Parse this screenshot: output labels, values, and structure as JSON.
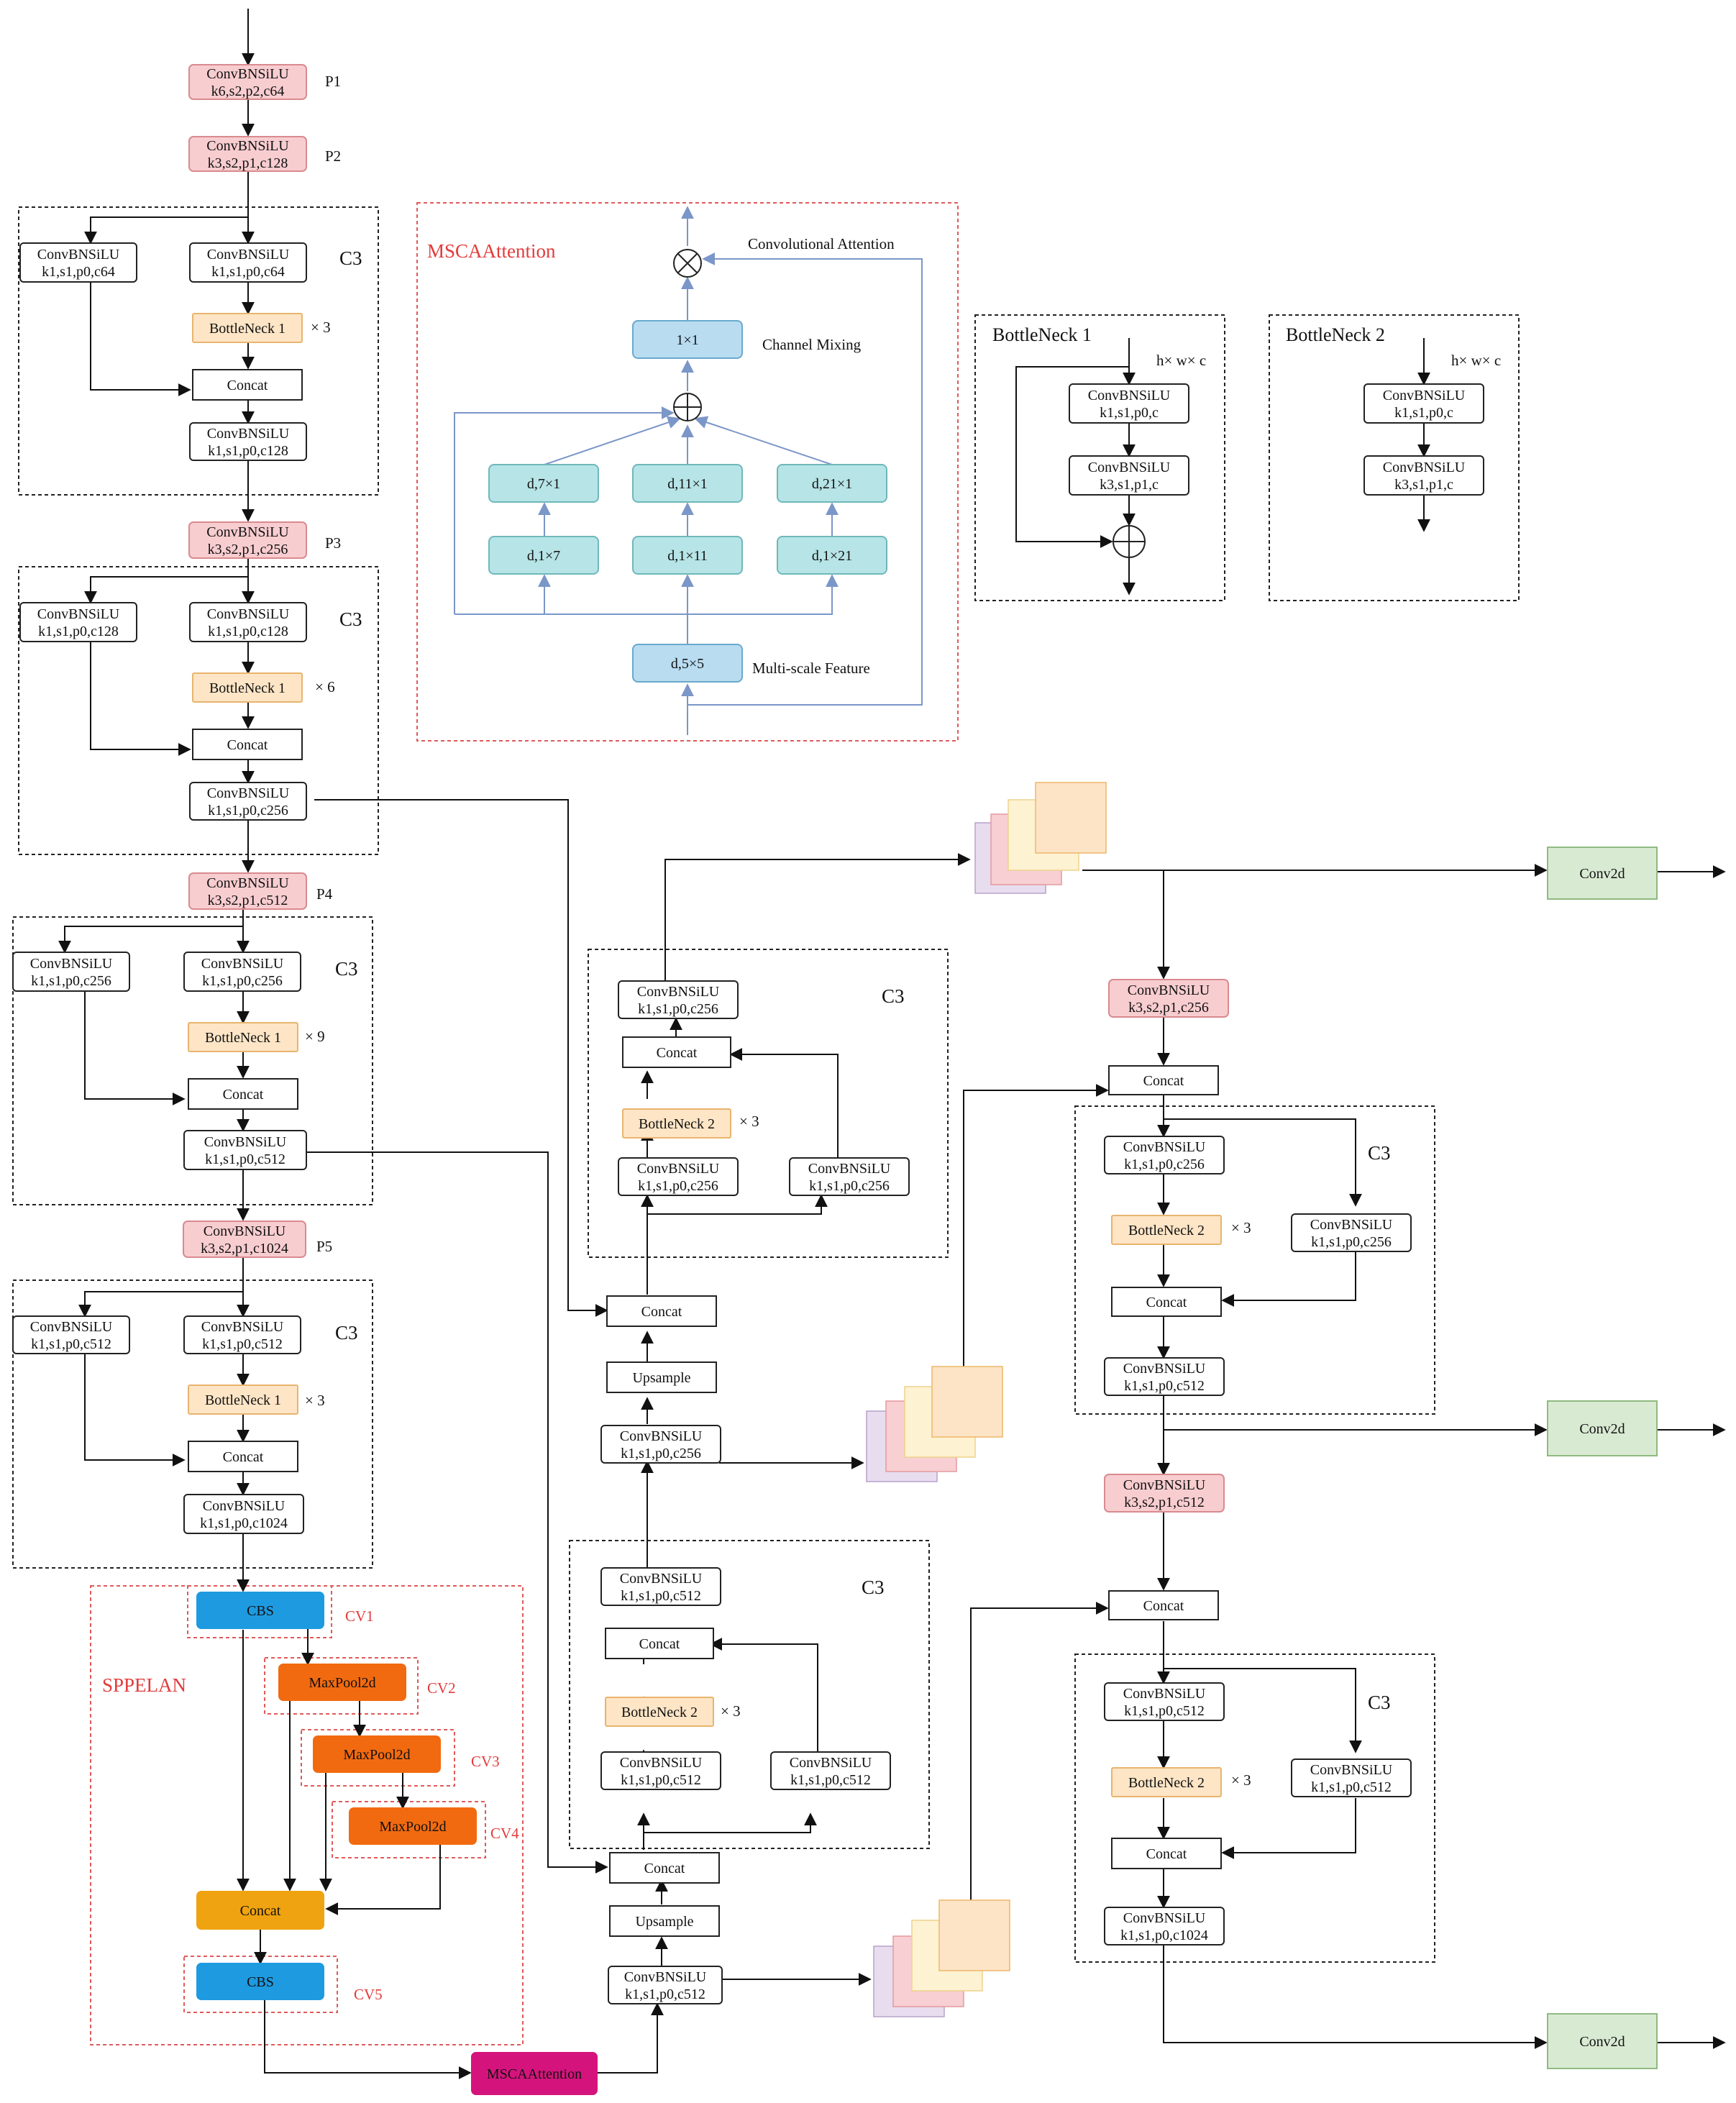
{
  "title": "",
  "backbone": {
    "p1": {
      "line1": "ConvBNSiLU",
      "line2": "k6,s2,p2,c64",
      "tag": "P1"
    },
    "p2": {
      "line1": "ConvBNSiLU",
      "line2": "k3,s2,p1,c128",
      "tag": "P2"
    },
    "c3_1": {
      "name": "C3",
      "left1": "ConvBNSiLU",
      "left2": "k1,s1,p0,c64",
      "right1": "ConvBNSiLU",
      "right2": "k1,s1,p0,c64",
      "bottleneck": "BottleNeck 1",
      "repeat": "× 3",
      "concat": "Concat",
      "out1": "ConvBNSiLU",
      "out2": "k1,s1,p0,c128"
    },
    "p3": {
      "line1": "ConvBNSiLU",
      "line2": "k3,s2,p1,c256",
      "tag": "P3"
    },
    "c3_2": {
      "name": "C3",
      "left1": "ConvBNSiLU",
      "left2": "k1,s1,p0,c128",
      "right1": "ConvBNSiLU",
      "right2": "k1,s1,p0,c128",
      "bottleneck": "BottleNeck 1",
      "repeat": "× 6",
      "concat": "Concat",
      "out1": "ConvBNSiLU",
      "out2": "k1,s1,p0,c256"
    },
    "p4": {
      "line1": "ConvBNSiLU",
      "line2": "k3,s2,p1,c512",
      "tag": "P4"
    },
    "c3_3": {
      "name": "C3",
      "left1": "ConvBNSiLU",
      "left2": "k1,s1,p0,c256",
      "right1": "ConvBNSiLU",
      "right2": "k1,s1,p0,c256",
      "bottleneck": "BottleNeck 1",
      "repeat": "× 9",
      "concat": "Concat",
      "out1": "ConvBNSiLU",
      "out2": "k1,s1,p0,c512"
    },
    "p5": {
      "line1": "ConvBNSiLU",
      "line2": "k3,s2,p1,c1024",
      "tag": "P5"
    },
    "c3_4": {
      "name": "C3",
      "left1": "ConvBNSiLU",
      "left2": "k1,s1,p0,c512",
      "right1": "ConvBNSiLU",
      "right2": "k1,s1,p0,c512",
      "bottleneck": "BottleNeck 1",
      "repeat": "× 3",
      "concat": "Concat",
      "out1": "ConvBNSiLU",
      "out2": "k1,s1,p0,c1024"
    }
  },
  "sppelan": {
    "name": "SPPELAN",
    "cbs1": "CBS",
    "cv1": "CV1",
    "mp1": "MaxPool2d",
    "cv2": "CV2",
    "mp2": "MaxPool2d",
    "cv3": "CV3",
    "mp3": "MaxPool2d",
    "cv4": "CV4",
    "concat": "Concat",
    "cbs2": "CBS",
    "cv5": "CV5"
  },
  "msca_node": "MSCAAttention",
  "msca": {
    "title": "MSCAAttention",
    "conv_attention": "Convolutional Attention",
    "channel_mixing": "Channel Mixing",
    "multiscale": "Multi-scale Feature",
    "k1x1": "1×1",
    "d7x1": "d,7×1",
    "d11x1": "d,11×1",
    "d21x1": "d,21×1",
    "d1x7": "d,1×7",
    "d1x11": "d,1×11",
    "d1x21": "d,1×21",
    "d5x5": "d,5×5"
  },
  "bottleneck1": {
    "title": "BottleNeck 1",
    "shape": "h× w× c",
    "conv1a": "ConvBNSiLU",
    "conv1b": "k1,s1,p0,c",
    "conv2a": "ConvBNSiLU",
    "conv2b": "k3,s1,p1,c"
  },
  "bottleneck2": {
    "title": "BottleNeck 2",
    "shape": "h× w× c",
    "conv1a": "ConvBNSiLU",
    "conv1b": "k1,s1,p0,c",
    "conv2a": "ConvBNSiLU",
    "conv2b": "k3,s1,p1,c"
  },
  "neck": {
    "c3_a": {
      "name": "C3",
      "out1": "ConvBNSiLU",
      "out2": "k1,s1,p0,c256",
      "concat": "Concat",
      "bottleneck": "BottleNeck 2",
      "repeat": "× 3",
      "left1": "ConvBNSiLU",
      "left2": "k1,s1,p0,c256",
      "right1": "ConvBNSiLU",
      "right2": "k1,s1,p0,c256"
    },
    "concat_a": "Concat",
    "upsample_a": "Upsample",
    "conv_a1": "ConvBNSiLU",
    "conv_a2": "k1,s1,p0,c256",
    "c3_b": {
      "name": "C3",
      "out1": "ConvBNSiLU",
      "out2": "k1,s1,p0,c512",
      "concat": "Concat",
      "bottleneck": "BottleNeck 2",
      "repeat": "× 3",
      "left1": "ConvBNSiLU",
      "left2": "k1,s1,p0,c512",
      "right1": "ConvBNSiLU",
      "right2": "k1,s1,p0,c512"
    },
    "concat_b": "Concat",
    "upsample_b": "Upsample",
    "conv_b1": "ConvBNSiLU",
    "conv_b2": "k1,s1,p0,c512"
  },
  "head": {
    "conv2d_1": "Conv2d",
    "down1a": "ConvBNSiLU",
    "down1b": "k3,s2,p1,c256",
    "concat1": "Concat",
    "c3_c": {
      "name": "C3",
      "left1": "ConvBNSiLU",
      "left2": "k1,s1,p0,c256",
      "bottleneck": "BottleNeck 2",
      "repeat": "× 3",
      "right1": "ConvBNSiLU",
      "right2": "k1,s1,p0,c256",
      "concat": "Concat",
      "out1": "ConvBNSiLU",
      "out2": "k1,s1,p0,c512"
    },
    "conv2d_2": "Conv2d",
    "down2a": "ConvBNSiLU",
    "down2b": "k3,s2,p1,c512",
    "concat2": "Concat",
    "c3_d": {
      "name": "C3",
      "left1": "ConvBNSiLU",
      "left2": "k1,s1,p0,c512",
      "bottleneck": "BottleNeck 2",
      "repeat": "× 3",
      "right1": "ConvBNSiLU",
      "right2": "k1,s1,p0,c512",
      "concat": "Concat",
      "out1": "ConvBNSiLU",
      "out2": "k1,s1,p0,c1024"
    },
    "conv2d_3": "Conv2d"
  },
  "colors": {
    "pink": "#f8cdd0",
    "pink_border": "#d98a8f",
    "orange": "#fde5c6",
    "orange_border": "#e8b46e",
    "teal": "#b7e4e6",
    "teal_border": "#6fb8bb",
    "blue": "#b9dcf1",
    "blue_border": "#6aa9cc",
    "green": "#d9ead3",
    "green_border": "#8fba80",
    "cbs": "#1e9ae0",
    "maxpool": "#f26a10",
    "concat_gold": "#f0a310",
    "magenta": "#d4147c",
    "red_dash": "#e05a5a",
    "flow": "#7b96c8"
  }
}
